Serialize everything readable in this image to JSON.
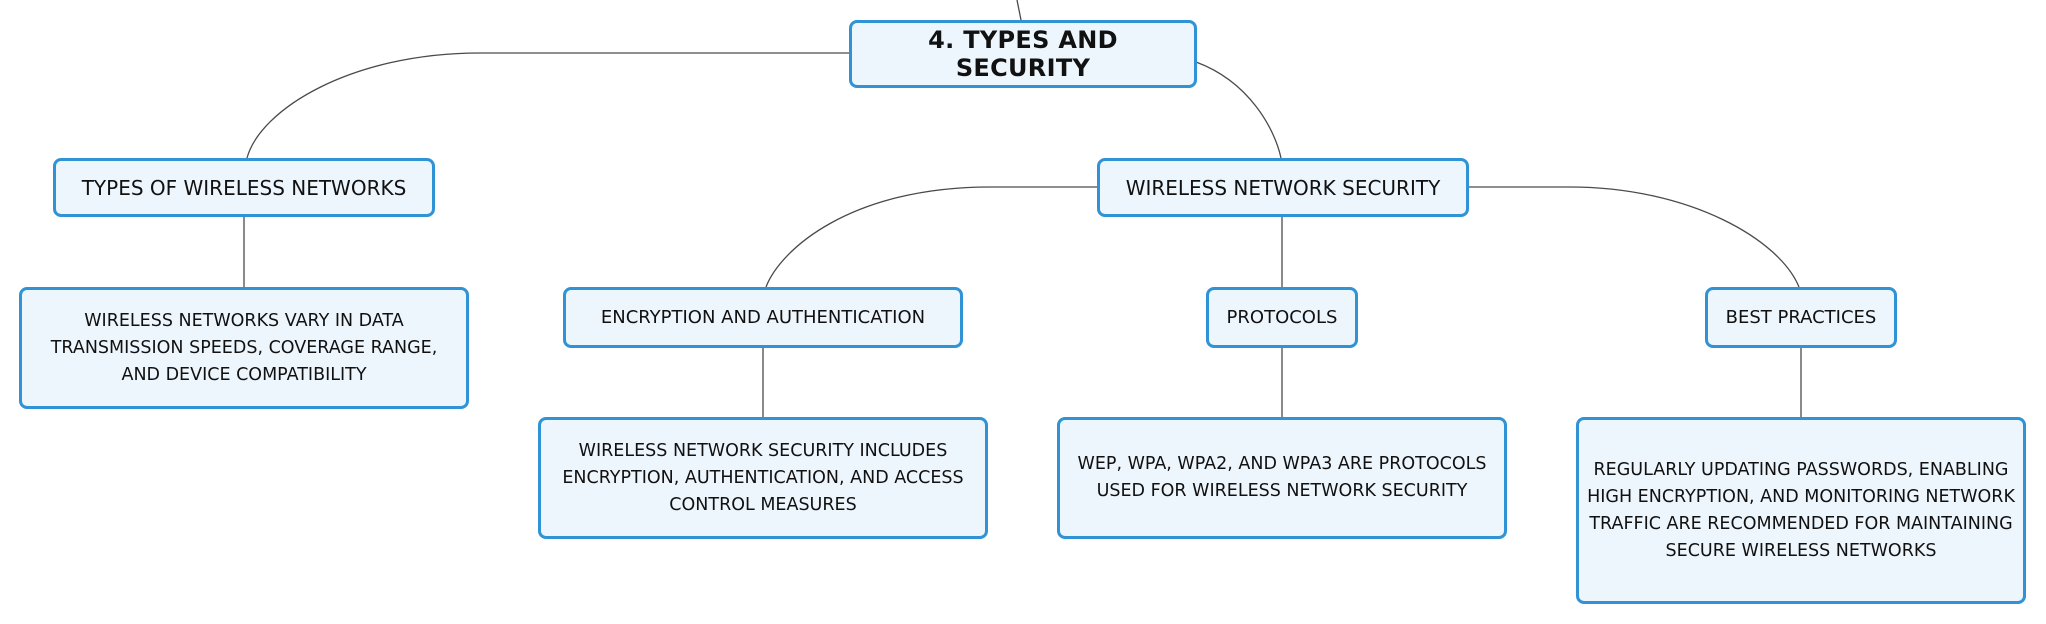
{
  "root": {
    "label": "4. TYPES AND SECURITY"
  },
  "types": {
    "label": "TYPES OF WIRELESS NETWORKS",
    "detail": "WIRELESS NETWORKS VARY IN DATA TRANSMISSION SPEEDS, COVERAGE RANGE, AND DEVICE COMPATIBILITY"
  },
  "security": {
    "label": "WIRELESS NETWORK SECURITY",
    "encryption": {
      "label": "ENCRYPTION AND AUTHENTICATION",
      "detail": "WIRELESS NETWORK SECURITY INCLUDES ENCRYPTION, AUTHENTICATION, AND ACCESS CONTROL MEASURES"
    },
    "protocols": {
      "label": "PROTOCOLS",
      "detail": "WEP, WPA, WPA2, AND WPA3 ARE PROTOCOLS USED FOR WIRELESS NETWORK SECURITY"
    },
    "best_practices": {
      "label": "BEST PRACTICES",
      "detail": "REGULARLY UPDATING PASSWORDS, ENABLING HIGH ENCRYPTION, AND MONITORING NETWORK TRAFFIC ARE RECOMMENDED FOR MAINTAINING SECURE WIRELESS NETWORKS"
    }
  },
  "colors": {
    "node_border": "#2f93d6",
    "node_fill": "#eef6fd",
    "connector": "#4a4a4a"
  }
}
